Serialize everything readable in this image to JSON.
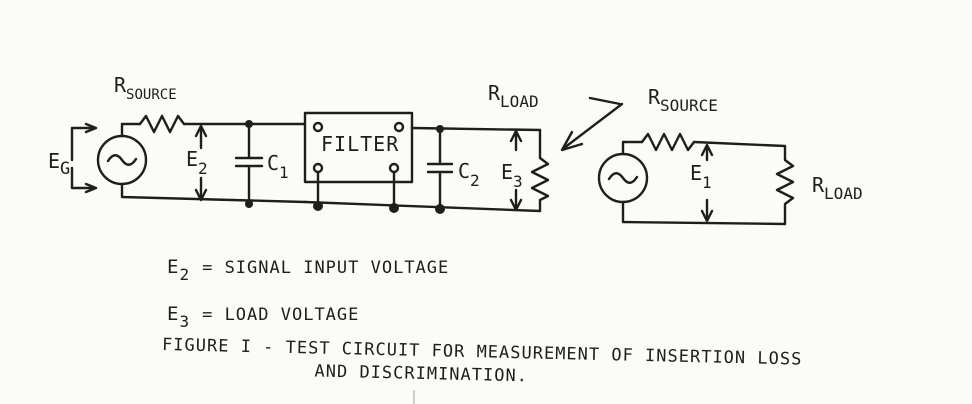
{
  "labels": {
    "r_source_main": "R",
    "r_source_main_sub": "SOURCE",
    "e_g": "E",
    "e_g_sub": "G",
    "e2": "E",
    "e2_sub": "2",
    "c1": "C",
    "c1_sub": "1",
    "filter": "FILTER",
    "c2": "C",
    "c2_sub": "2",
    "e3": "E",
    "e3_sub": "3",
    "r_load_main": "R",
    "r_load_main_sub": "LOAD",
    "r_source_equiv": "R",
    "r_source_equiv_sub": "SOURCE",
    "e1": "E",
    "e1_sub": "1",
    "r_load_equiv": "R",
    "r_load_equiv_sub": "LOAD"
  },
  "legend": [
    {
      "symbol": "E",
      "sub": "2",
      "text": "= SIGNAL INPUT VOLTAGE"
    },
    {
      "symbol": "E",
      "sub": "3",
      "text": "= LOAD VOLTAGE"
    }
  ],
  "caption": {
    "line1": "FIGURE I - TEST CIRCUIT FOR MEASUREMENT OF INSERTION LOSS",
    "line2": "AND DISCRIMINATION."
  }
}
